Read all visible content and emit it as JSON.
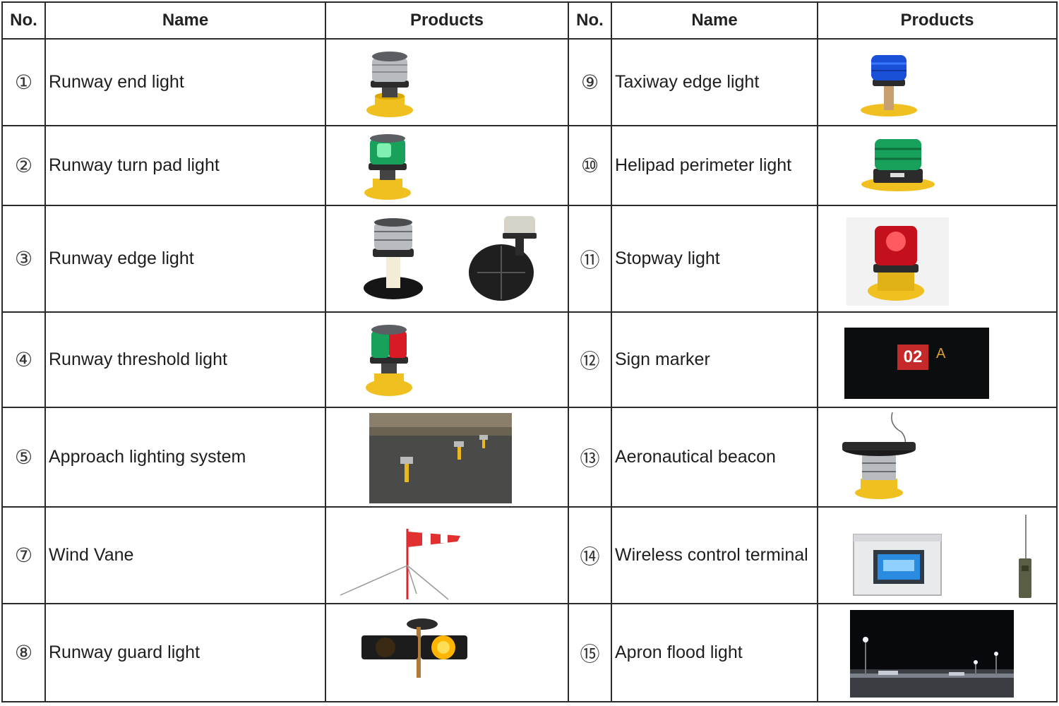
{
  "headers": {
    "no": "No.",
    "name": "Name",
    "products": "Products"
  },
  "rows": [
    {
      "left": {
        "no": "①",
        "name": "Runway end light",
        "products": [
          "clear-solar-light"
        ]
      },
      "right": {
        "no": "⑨",
        "name": "Taxiway edge light",
        "products": [
          "blue-light"
        ]
      }
    },
    {
      "left": {
        "no": "②",
        "name": "Runway turn pad light",
        "products": [
          "green-solar-light"
        ]
      },
      "right": {
        "no": "⑩",
        "name": "Helipad perimeter light",
        "products": [
          "green-light"
        ]
      }
    },
    {
      "left": {
        "no": "③",
        "name": "Runway edge light",
        "products": [
          "clear-light-on-pole",
          "light-with-solar-panel"
        ]
      },
      "right": {
        "no": "⑪",
        "name": "Stopway light",
        "products": [
          "red-light"
        ]
      }
    },
    {
      "left": {
        "no": "④",
        "name": "Runway threshold light",
        "products": [
          "red-green-light"
        ]
      },
      "right": {
        "no": "⑫",
        "name": "Sign marker",
        "products": [
          "sign-marker-photo"
        ]
      }
    },
    {
      "left": {
        "no": "⑤",
        "name": "Approach lighting system",
        "products": [
          "field-lights-photo"
        ]
      },
      "right": {
        "no": "⑬",
        "name": "Aeronautical beacon",
        "products": [
          "beacon-light"
        ]
      }
    },
    {
      "left": {
        "no": "⑦",
        "name": "Wind Vane",
        "products": [
          "windsock"
        ]
      },
      "right": {
        "no": "⑭",
        "name": "Wireless control terminal",
        "products": [
          "control-box",
          "antenna-remote"
        ]
      }
    },
    {
      "left": {
        "no": "⑧",
        "name": "Runway guard light",
        "products": [
          "twin-amber-lights"
        ]
      },
      "right": {
        "no": "⑮",
        "name": "Apron flood light",
        "products": [
          "night-apron-photo"
        ]
      }
    }
  ],
  "sign_marker": {
    "number": "02",
    "letter": "A"
  },
  "colors": {
    "border": "#2a2a2a",
    "yellow_base": "#f0c020",
    "blue_lens": "#1a4fd8",
    "green_lens": "#17a15a",
    "red_lens": "#d81a26",
    "clear_lens": "#b8bcc0"
  }
}
